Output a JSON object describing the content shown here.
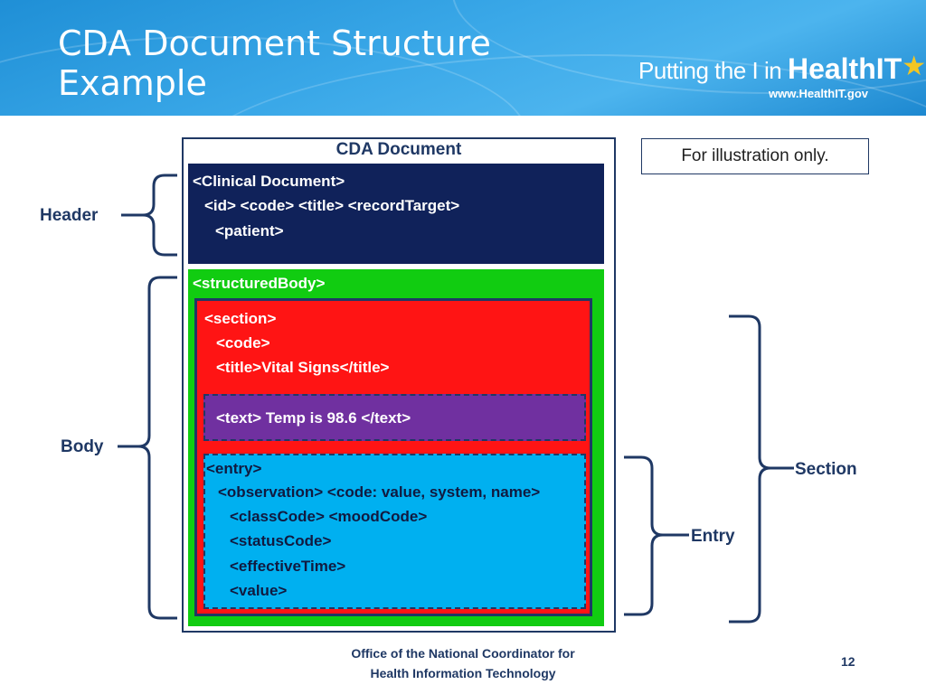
{
  "slide": {
    "title_line1": "CDA Document Structure",
    "title_line2": "Example",
    "logo": {
      "prefix": "Putting the I in ",
      "brand": "HealthIT",
      "url": "www.HealthIT.gov"
    },
    "note": "For illustration only.",
    "page_number": "12",
    "footer": {
      "line1": "Office of the National Coordinator for",
      "line2": "Health Information Technology"
    }
  },
  "diagram": {
    "document_title": "CDA Document",
    "header_lines": [
      "<Clinical Document>",
      "<id> <code> <title> <recordTarget>",
      "<patient>"
    ],
    "body_label": "<structuredBody>",
    "section_lines": [
      "<section>",
      "<code>",
      "<title>Vital Signs</title>"
    ],
    "text_line": "<text> Temp is 98.6 </text>",
    "entry_lines": [
      "<entry>",
      "<observation> <code: value, system, name>",
      "<classCode> <moodCode>",
      "<statusCode>",
      "<effectiveTime>",
      "<value>"
    ],
    "labels": {
      "header": "Header",
      "body": "Body",
      "section": "Section",
      "entry": "Entry"
    },
    "colors": {
      "header": "#10225a",
      "body": "#11cc11",
      "section": "#ff1414",
      "text": "#7030a0",
      "entry": "#00b0f0",
      "outline": "#1f3864"
    }
  }
}
